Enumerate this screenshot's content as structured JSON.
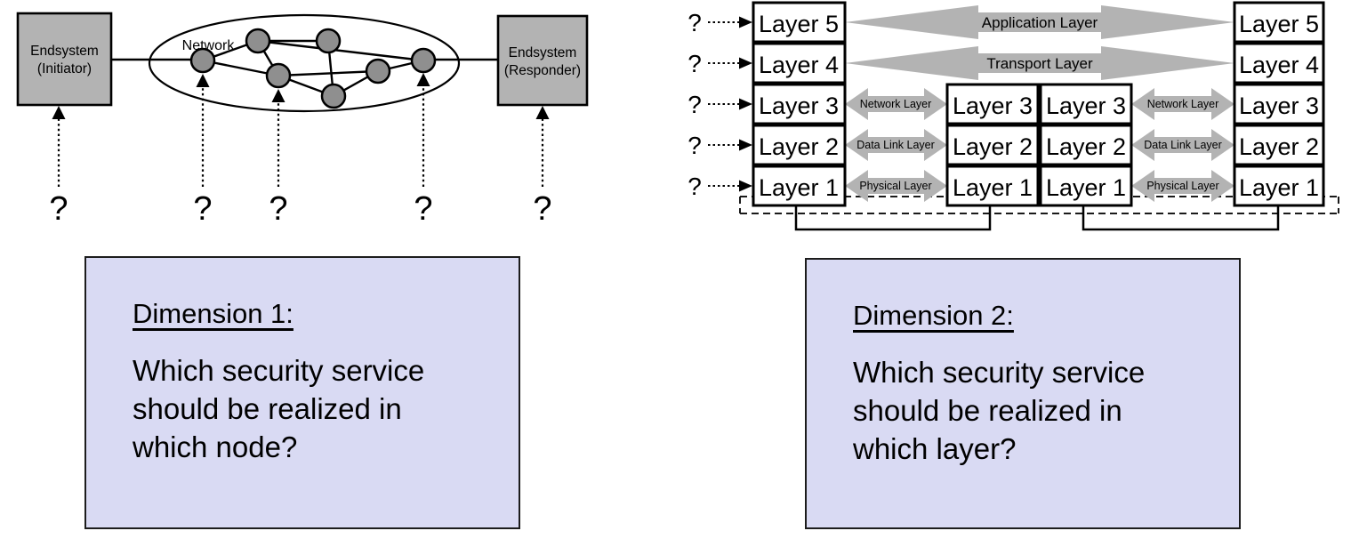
{
  "colors": {
    "endsystem_gray": "#b3b3b3",
    "node_gray": "#8f8f8f",
    "arrow_gray": "#b3b3b3",
    "panel_lavender": "#d9daf3"
  },
  "left_diagram": {
    "initiator_line1": "Endsystem",
    "initiator_line2": "(Initiator)",
    "responder_line1": "Endsystem",
    "responder_line2": "(Responder)",
    "network_label": "Network",
    "question_marks": [
      "?",
      "?",
      "?",
      "?",
      "?"
    ]
  },
  "right_diagram": {
    "question_marks": [
      "?",
      "?",
      "?",
      "?",
      "?"
    ],
    "left_stack": [
      "Layer 5",
      "Layer 4",
      "Layer 3",
      "Layer 2",
      "Layer 1"
    ],
    "middle_left_stack": [
      "Layer 3",
      "Layer 2",
      "Layer 1"
    ],
    "middle_right_stack": [
      "Layer 3",
      "Layer 2",
      "Layer 1"
    ],
    "right_stack": [
      "Layer 5",
      "Layer 4",
      "Layer 3",
      "Layer 2",
      "Layer 1"
    ],
    "wide_arrows": [
      "Application Layer",
      "Transport Layer"
    ],
    "small_arrows_left": [
      "Network Layer",
      "Data Link Layer",
      "Physical Layer"
    ],
    "small_arrows_right": [
      "Network Layer",
      "Data Link Layer",
      "Physical Layer"
    ]
  },
  "dimension1": {
    "title": "Dimension 1:",
    "body_lines": [
      "Which security service",
      "should be realized in",
      "which node?"
    ]
  },
  "dimension2": {
    "title": "Dimension 2:",
    "body_lines": [
      "Which security service",
      "should be realized in",
      "which layer?"
    ]
  }
}
